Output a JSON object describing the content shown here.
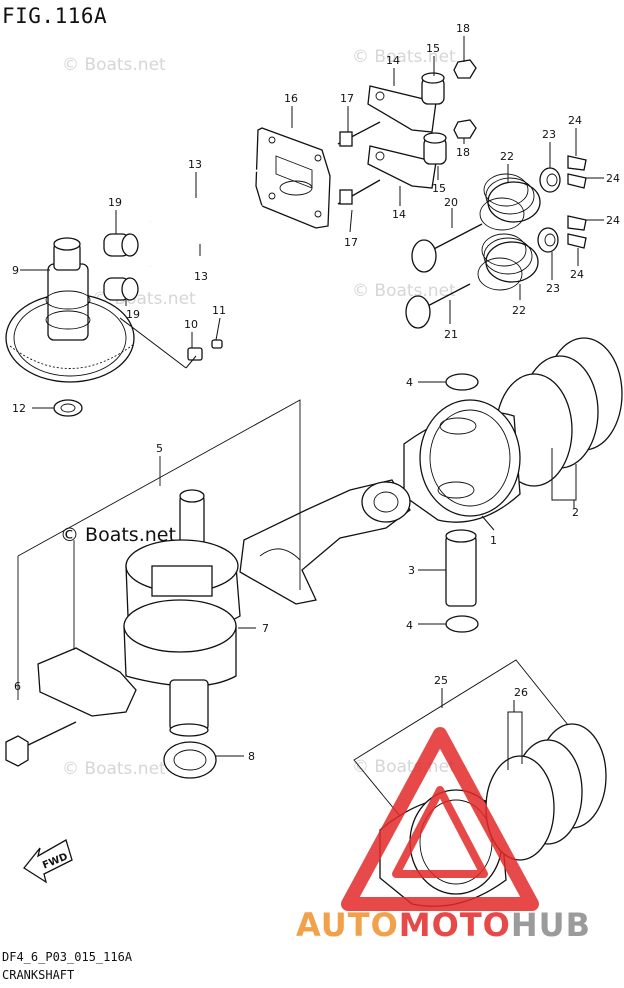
{
  "header": {
    "figure_title": "FIG.116A"
  },
  "footer": {
    "code": "DF4_6_P03_015_116A",
    "name": "CRANKSHAFT"
  },
  "watermarks": {
    "copyright_main": "© Boats.net",
    "small": "© Boats.net",
    "brand_auto": "AUTO",
    "brand_moto": "MOTO",
    "brand_hub": "HUB"
  },
  "fwd_label": "FWD",
  "callouts": {
    "c1": "1",
    "c2": "2",
    "c3": "3",
    "c4a": "4",
    "c4b": "4",
    "c5": "5",
    "c6": "6",
    "c7": "7",
    "c8": "8",
    "c9": "9",
    "c10": "10",
    "c11": "11",
    "c12": "12",
    "c13a": "13",
    "c13b": "13",
    "c14a": "14",
    "c14b": "14",
    "c15a": "15",
    "c15b": "15",
    "c16": "16",
    "c17a": "17",
    "c17b": "17",
    "c18a": "18",
    "c18b": "18",
    "c19a": "19",
    "c19b": "19",
    "c20": "20",
    "c21": "21",
    "c22a": "22",
    "c22b": "22",
    "c23a": "23",
    "c23b": "23",
    "c24a": "24",
    "c24b": "24",
    "c24c": "24",
    "c24d": "24",
    "c25": "25",
    "c26": "26"
  },
  "colors": {
    "brand_red": "#e32a2a",
    "brand_orange": "#f0902a",
    "brand_gray": "#8a8a8a",
    "line": "#111111"
  }
}
